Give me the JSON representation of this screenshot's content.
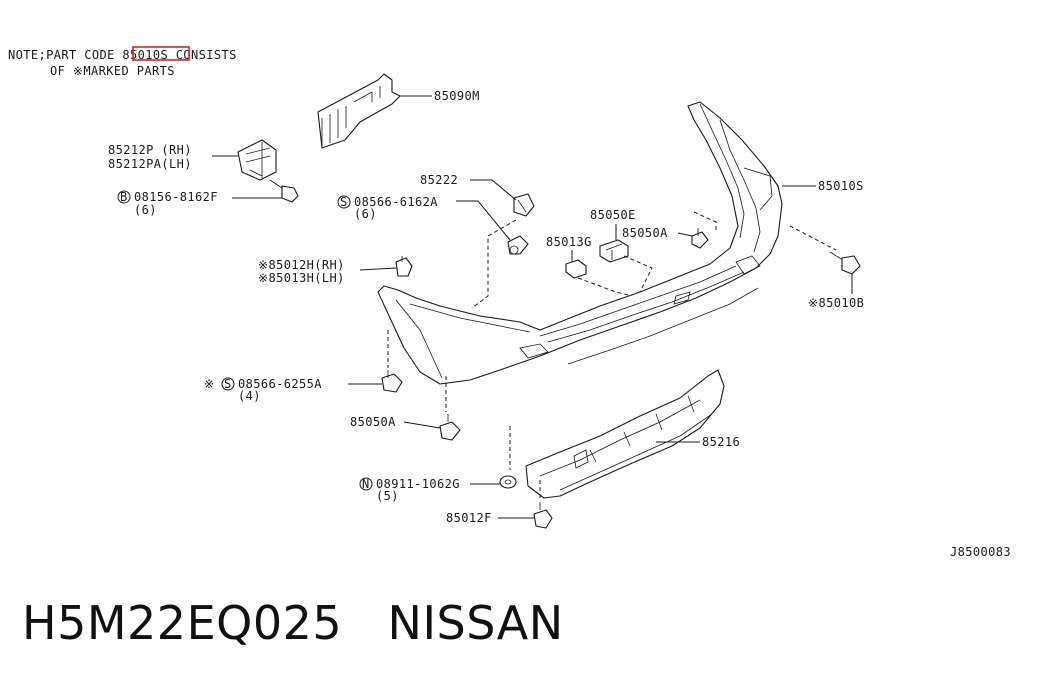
{
  "note": {
    "prefix": "NOTE;PART CODE ",
    "code": "85010S ",
    "suffix": "CONSISTS",
    "line2": "OF ※MARKED PARTS",
    "highlight_color": "#e0201b"
  },
  "labels": {
    "p85090M": "85090M",
    "p85212P": "85212P  (RH)",
    "p85212PA": "85212PA(LH)",
    "b08156": "08156-8162F",
    "b08156_qty": "(6)",
    "p85222": "85222",
    "s08566_6162A": "08566-6162A",
    "s08566_6162A_qty": "(6)",
    "p85050E": "85050E",
    "p85013G": "85013G",
    "p85050A_top": "85050A",
    "p85010S": "85010S",
    "p85012H": "※85012H(RH)",
    "p85013H": "※85013H(LH)",
    "p85010B": "※85010B",
    "s08566_6255A": "08566-6255A",
    "s08566_6255A_qty": "(4)",
    "p85050A_bottom": "85050A",
    "p85216": "85216",
    "n08911": "08911-1062G",
    "n08911_qty": "(5)",
    "p85012F": "85012F",
    "drawing_no": "J8500083",
    "mark_s": "S",
    "mark_b": "B",
    "mark_n": "N",
    "asterisk": "※"
  },
  "footer": {
    "part_number": "H5M22EQ025",
    "brand": "NISSAN"
  }
}
